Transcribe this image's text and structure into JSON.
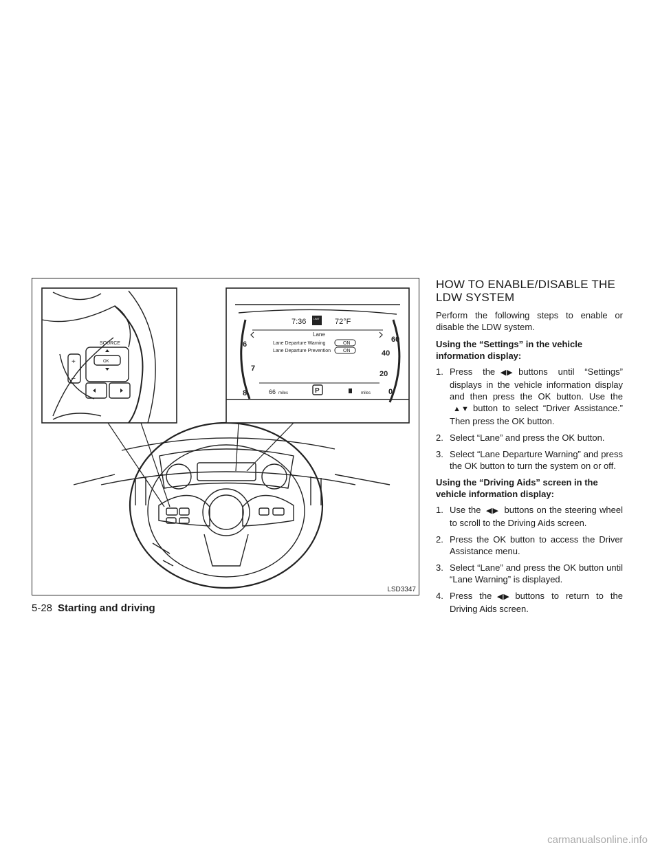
{
  "figure": {
    "code": "LSD3347",
    "cluster": {
      "time": "7:36",
      "limit_badge": "LIMIT",
      "temperature": "72°F",
      "menu_title": "Lane",
      "menu_items": [
        {
          "label": "Lane Departure Warning",
          "state": "ON"
        },
        {
          "label": "Lane Departure Prevention",
          "state": "ON"
        }
      ],
      "left_gauge_numbers": [
        "6",
        "7",
        "8"
      ],
      "right_gauge_numbers": [
        "60",
        "40",
        "20",
        "0"
      ],
      "odometer_value": "66",
      "odometer_unit": "miles",
      "gear": "P",
      "range_unit": "miles"
    },
    "switches": {
      "source_label": "SOURCE",
      "ok_label": "OK",
      "plus": "+",
      "minus": "–"
    }
  },
  "section_title": "HOW TO ENABLE/DISABLE THE LDW SYSTEM",
  "intro": "Perform the following steps to enable or disable the LDW system.",
  "subheading_settings": "Using the “Settings” in the vehicle information display:",
  "steps_settings": [
    {
      "num": "1.",
      "before": "Press the",
      "after": "buttons until “Settings” displays in the vehicle information display and then press the OK button. Use the",
      "after2": "button to select “Driver Assistance.” Then press the OK button."
    },
    {
      "num": "2.",
      "text": "Select “Lane” and press the OK button."
    },
    {
      "num": "3.",
      "text": "Select “Lane Departure Warning” and press the OK button to turn the system on or off."
    }
  ],
  "subheading_driving_aids": "Using the “Driving Aids” screen in the vehicle information display:",
  "steps_driving_aids": [
    {
      "num": "1.",
      "before": "Use the",
      "after": "buttons on the steering wheel to scroll to the Driving Aids screen."
    },
    {
      "num": "2.",
      "text": "Press the OK button to access the Driver Assistance menu."
    },
    {
      "num": "3.",
      "text": "Select “Lane” and press the OK button until “Lane Warning” is displayed."
    },
    {
      "num": "4.",
      "before": "Press the",
      "after": "buttons to return to the Driving Aids screen."
    }
  ],
  "icons": {
    "left_right": "◀▶",
    "up_down": "▲▼"
  },
  "footer": {
    "page": "5-28",
    "chapter": "Starting and driving"
  },
  "watermark": "carmanualsonline.info"
}
